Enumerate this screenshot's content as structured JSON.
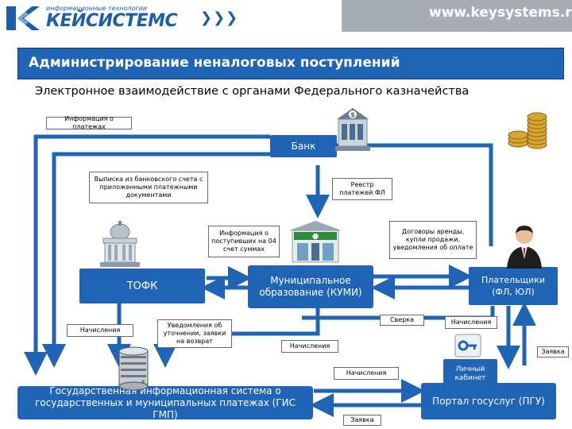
{
  "header": {
    "logo_tagline": "информационные технологии",
    "logo_name": "КЕЙСИСТЕМС",
    "site_url": "www.keysystems.ru",
    "accent_color": "#1f64b5"
  },
  "slide": {
    "title": "Администрирование неналоговых поступлений",
    "subtitle": "Электронное взаимодействие с органами Федерального казначейства"
  },
  "nodes": {
    "bank": "Банк",
    "tofk": "ТОФК",
    "kumi": "Муниципальное образование (КУМИ)",
    "payers": "Плательщики (ФЛ, ЮЛ)",
    "gis_gmp": "Государственная информационная система о государственных и муниципальных платежах (ГИС ГМП)",
    "pgu": "Портал госуслуг (ПГУ)",
    "cabinet": "Личный кабинет"
  },
  "callouts": {
    "payments_info": "Информация о платежах",
    "bank_statement": "Выписка из банковского счета с приложенными платежными документами",
    "registry": "Реестр платежей ФЛ",
    "received_sums": "Информация о поступивших на 04 счет суммах",
    "contracts": "Договоры аренды, купли продажи, уведомления об оплате",
    "accruals_tofk": "Начисления",
    "clarification": "Уведомления об уточнении, заявки на возврат",
    "reconciliation": "Сверка",
    "accruals_payers": "Начисления",
    "accruals_kumi": "Начисления",
    "request_right": "Заявка",
    "accruals_gis": "Начисления",
    "request_bottom": "Заявка"
  },
  "icons": [
    "bank-building-icon",
    "gold-coins-icon",
    "treasury-building-icon",
    "pharmacy-building-icon",
    "businessman-icon",
    "database-server-icon",
    "key-card-icon"
  ]
}
